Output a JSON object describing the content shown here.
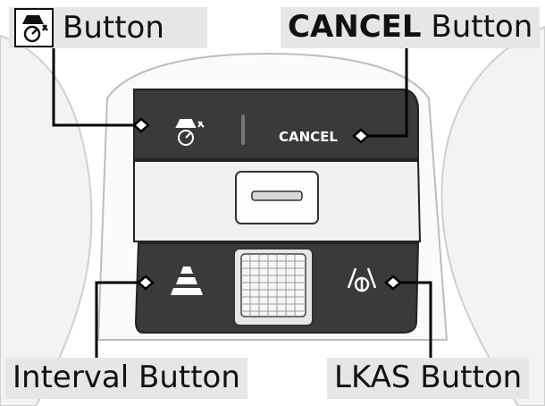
{
  "labels": {
    "acc_button": "Button",
    "cancel_word": "CANCEL",
    "cancel_suffix": " Button",
    "interval_button": "Interval Button",
    "lkas_button": "LKAS Button"
  },
  "wheel_text": {
    "cancel": "CANCEL"
  },
  "icons": {
    "acc": "acc-car-speedometer-icon",
    "interval": "distance-bars-icon",
    "lkas": "lane-keeping-steering-icon"
  },
  "colors": {
    "button_dark": "#3a3a3a",
    "panel_light": "#f0f0f0",
    "label_bg": "#e6e6e6",
    "wheel_outline": "#222222"
  }
}
